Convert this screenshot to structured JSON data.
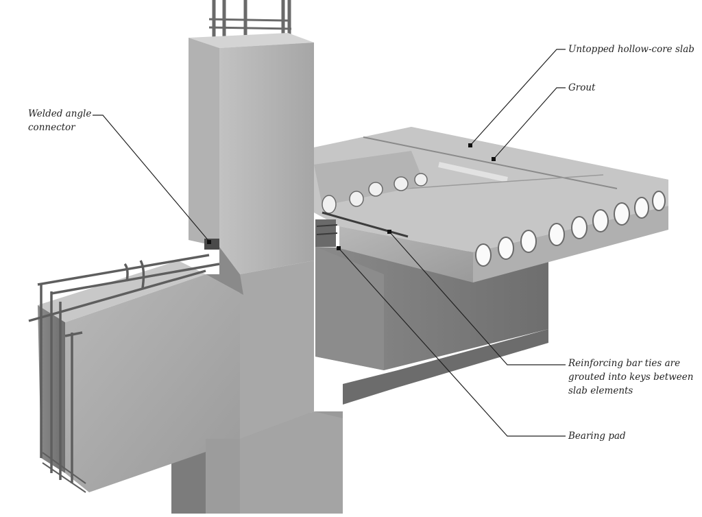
{
  "diagram": {
    "labels": {
      "welded_angle_connector": "Welded angle\nconnector",
      "untopped_hollow_core_slab": "Untopped hollow-core slab",
      "grout": "Grout",
      "reinforcing_bar_ties": "Reinforcing bar ties are\ngrouted into keys between\nslab elements",
      "bearing_pad": "Bearing pad"
    }
  }
}
